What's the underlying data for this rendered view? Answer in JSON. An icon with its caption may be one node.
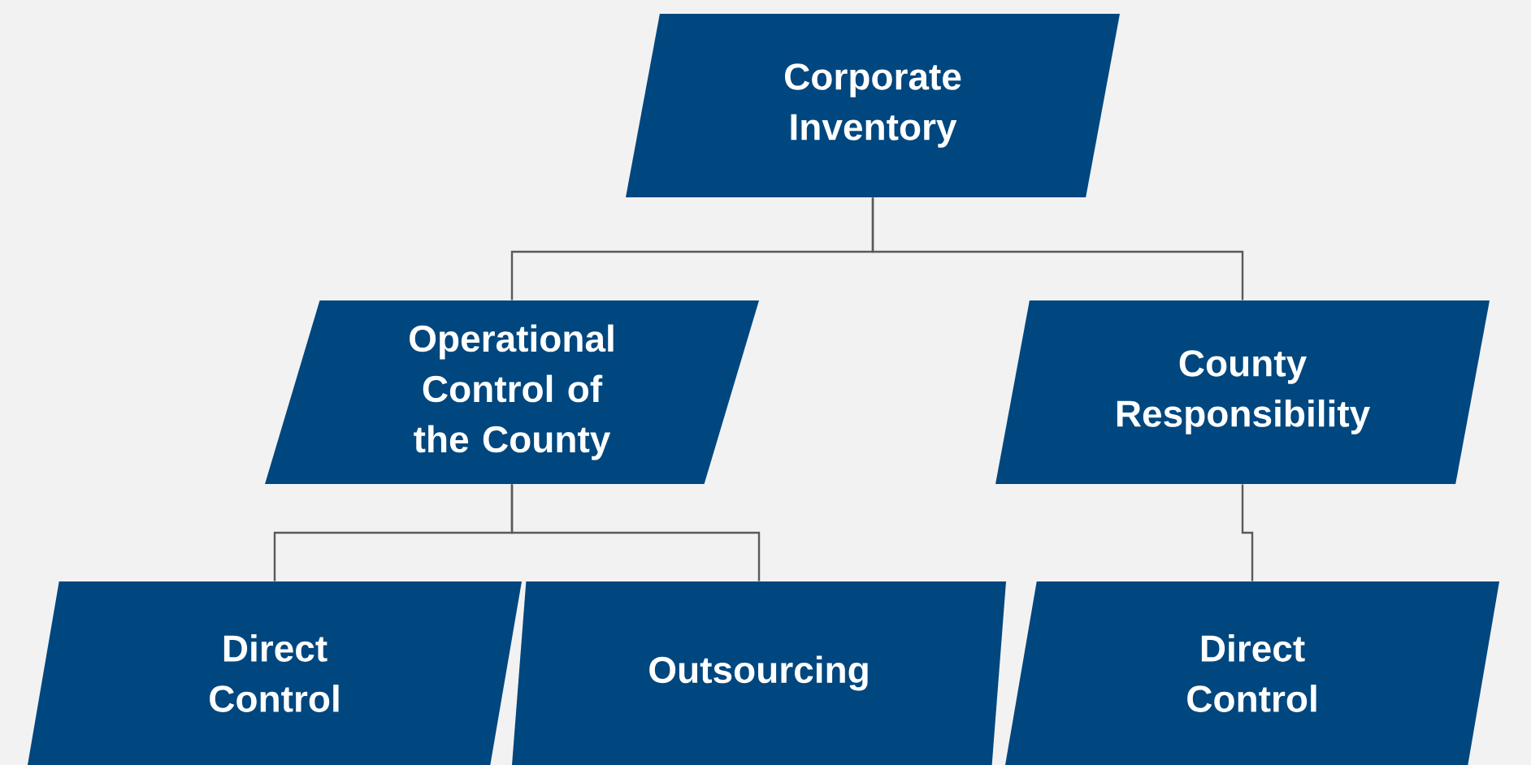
{
  "diagram": {
    "nodes": [
      {
        "text": [
          "Corporate Inventory"
        ]
      },
      {
        "text": [
          "Operational Control of the County"
        ]
      },
      {
        "text": [
          "County Responsibility"
        ]
      },
      {
        "text": [
          "Direct Control"
        ]
      },
      {
        "text": [
          "Outsourcing"
        ]
      },
      {
        "text": [
          "Direct Control"
        ]
      }
    ],
    "edges": [
      {
        "from": 0,
        "to": 1,
        "arrow": "none"
      },
      {
        "from": 0,
        "to": 2,
        "arrow": "none"
      },
      {
        "from": 1,
        "to": 3,
        "arrow": "none"
      },
      {
        "from": 1,
        "to": 4,
        "arrow": "none"
      },
      {
        "from": 2,
        "to": 5,
        "arrow": "none"
      }
    ]
  }
}
